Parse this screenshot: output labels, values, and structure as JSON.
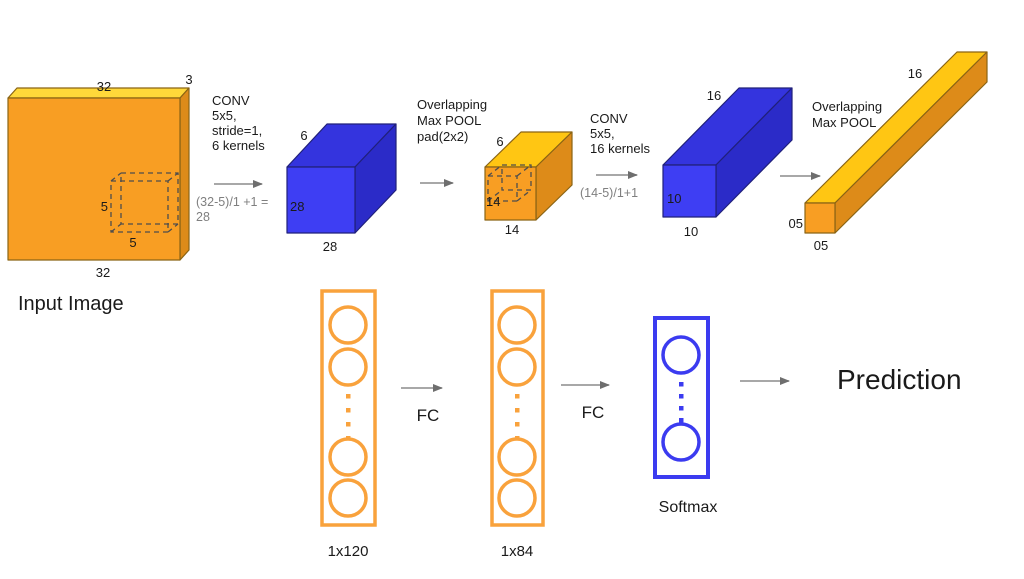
{
  "colors": {
    "orange_front": "#F89E23",
    "orange_top": "#FFC613",
    "orange_top_light": "#FFD83A",
    "orange_side": "#DD8B19",
    "blue_front": "#3E3EF3",
    "blue_top": "#3434DE",
    "blue_side": "#2B2BC8",
    "fc_stroke": "#F9A23C",
    "softmax_stroke": "#3B3BF0",
    "arrow": "#8C8C8C",
    "formula_text": "#7F7F7F",
    "label_text": "#1A1A1A"
  },
  "input": {
    "width_top": "32",
    "depth": "3",
    "kernel_h": "5",
    "kernel_w": "5",
    "width_bottom": "32",
    "caption": "Input Image"
  },
  "conv1": {
    "l1": "CONV",
    "l2": "5x5,",
    "l3": "stride=1,",
    "l4": "6 kernels",
    "f1": "(32-5)/1 +1  =",
    "f2": "28"
  },
  "c1": {
    "depth": "6",
    "height": "28",
    "width": "28"
  },
  "pool1": {
    "l1": "Overlapping",
    "l2": "Max POOL",
    "l3": "pad(2x2)"
  },
  "s2": {
    "depth": "6",
    "height": "14",
    "width": "14"
  },
  "conv2": {
    "l1": "CONV",
    "l2": "5x5,",
    "l3": "16 kernels",
    "f1": "(14-5)/1+1"
  },
  "c3": {
    "depth": "16",
    "height": "10",
    "width": "10"
  },
  "pool2": {
    "l1": "Overlapping",
    "l2": "Max POOL"
  },
  "s4": {
    "depth": "16",
    "height": "05",
    "width": "05"
  },
  "fc1": {
    "size": "1x120"
  },
  "fc2": {
    "size": "1x84"
  },
  "fc_arrow1": {
    "label": "FC"
  },
  "fc_arrow2": {
    "label": "FC"
  },
  "softmax": {
    "caption": "Softmax"
  },
  "prediction": {
    "label": "Prediction"
  }
}
